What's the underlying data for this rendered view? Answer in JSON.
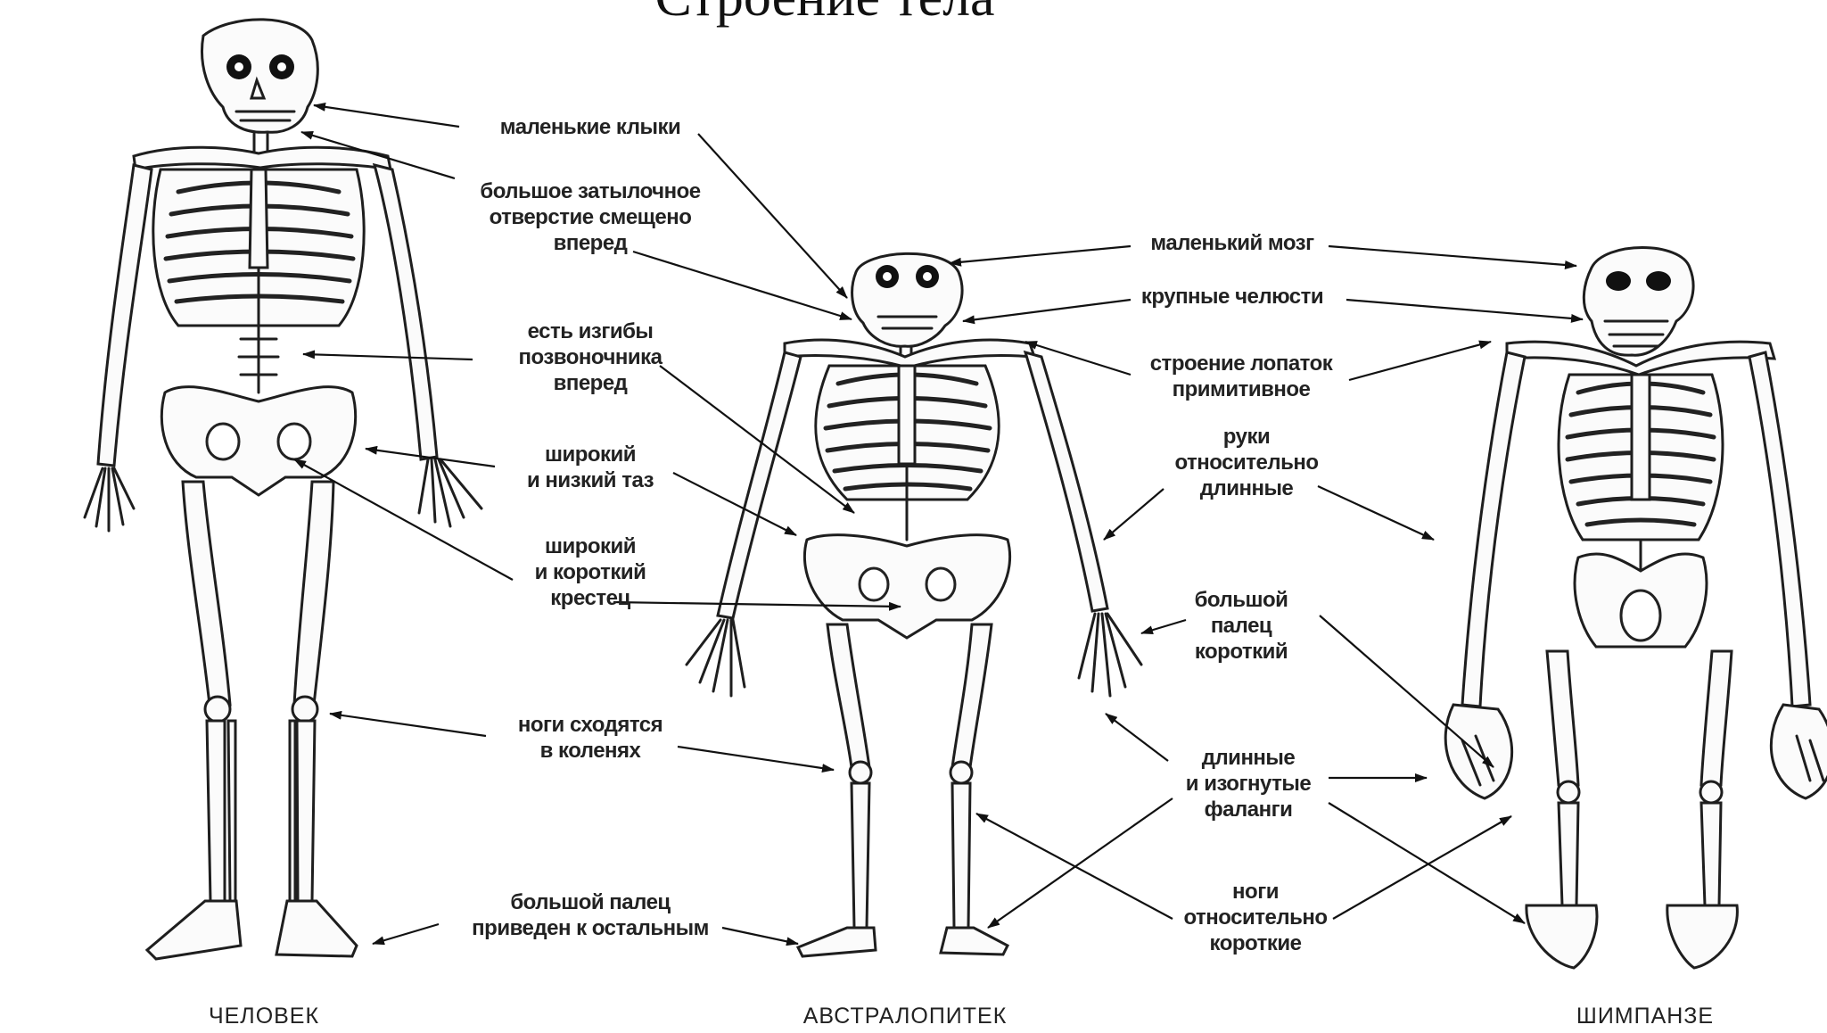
{
  "title": "Строение тела",
  "labels": {
    "small_fangs": "маленькие клыки",
    "foramen_line1": "большое затылочное",
    "foramen_line2": "отверстие смещено",
    "foramen_line3": "вперед",
    "spine_line1": "есть изгибы",
    "spine_line2": "позвоночника",
    "spine_line3": "вперед",
    "pelvis_line1": "широкий",
    "pelvis_line2": "и низкий таз",
    "sacrum_line1": "широкий",
    "sacrum_line2": "и короткий",
    "sacrum_line3": "крестец",
    "knees_line1": "ноги сходятся",
    "knees_line2": "в коленях",
    "toe_line1": "большой палец",
    "toe_line2": "приведен к остальным",
    "brain": "маленький мозг",
    "jaws": "крупные челюсти",
    "scapula_line1": "строение лопаток",
    "scapula_line2": "примитивное",
    "arms_line1": "руки",
    "arms_line2": "относительно",
    "arms_line3": "длинные",
    "thumb_line1": "большой",
    "thumb_line2": "палец",
    "thumb_line3": "короткий",
    "phalanges_line1": "длинные",
    "phalanges_line2": "и изогнутые",
    "phalanges_line3": "фаланги",
    "legs_line1": "ноги",
    "legs_line2": "относительно",
    "legs_line3": "короткие"
  },
  "species": {
    "human": "ЧЕЛОВЕК",
    "australopithecus": "АВСТРАЛОПИТЕК",
    "chimpanzee": "ШИМПАНЗЕ"
  }
}
